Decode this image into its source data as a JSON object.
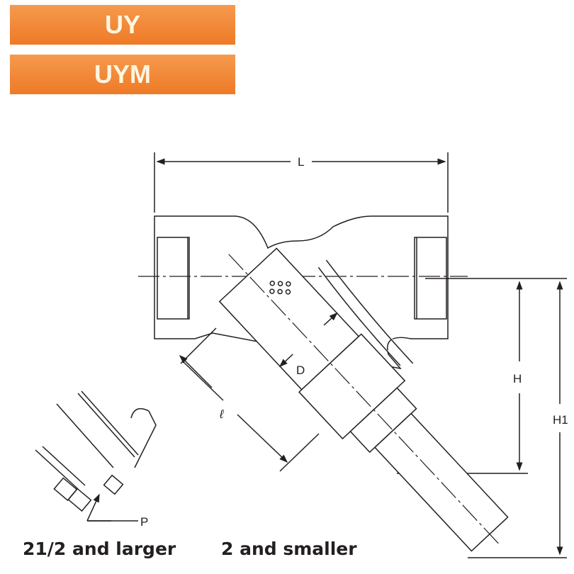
{
  "models": [
    "UY",
    "UYM"
  ],
  "dimensions": {
    "L": "L",
    "D": "D",
    "H": "H",
    "H1": "H1",
    "l": "ℓ",
    "P": "P"
  },
  "captions": {
    "large": "21/2 and larger",
    "small": "2 and smaller"
  },
  "colors": {
    "tag": "#f08232",
    "tag_text": "#fff5e0",
    "line": "#231f20"
  }
}
